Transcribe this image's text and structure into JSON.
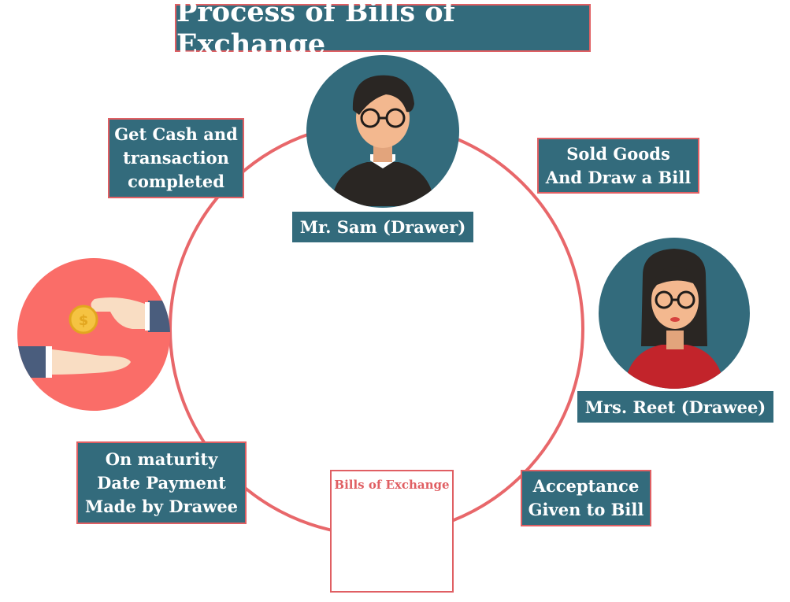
{
  "title": "Process of Bills of Exchange",
  "colors": {
    "box": "#336b7c",
    "accent": "#e05f63",
    "cycle": "#e8676a",
    "coin": "#f5c342",
    "shirt_red": "#c2242b"
  },
  "steps": {
    "get_cash": "Get Cash and\ntransaction\ncompleted",
    "sold_goods": "Sold Goods\nAnd Draw a Bill",
    "acceptance": "Acceptance\nGiven to Bill",
    "maturity": "On maturity\nDate Payment\nMade by Drawee"
  },
  "parties": {
    "drawer": "Mr. Sam (Drawer)",
    "drawee": "Mrs. Reet (Drawee)"
  },
  "bill_document": {
    "title": "Bills of Exchange"
  },
  "icons": [
    "drawer-avatar-icon",
    "drawee-avatar-icon",
    "cash-payment-icon",
    "coin-icon",
    "bill-document-icon"
  ]
}
